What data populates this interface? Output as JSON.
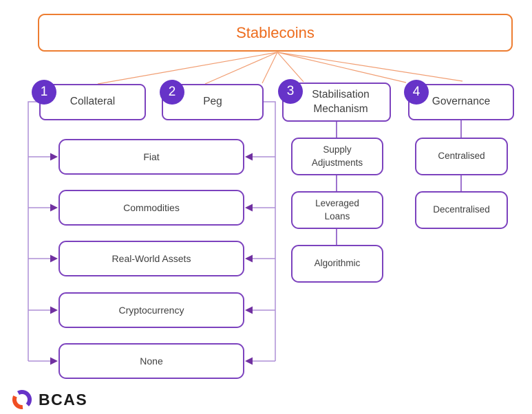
{
  "diagram": {
    "root": {
      "label": "Stablecoins"
    },
    "branches": [
      {
        "number": "1",
        "label": "Collateral"
      },
      {
        "number": "2",
        "label": "Peg"
      },
      {
        "number": "3",
        "label": "Stabilisation Mechanism"
      },
      {
        "number": "4",
        "label": "Governance"
      }
    ],
    "collateral_peg_children": [
      {
        "label": "Fiat"
      },
      {
        "label": "Commodities"
      },
      {
        "label": "Real-World Assets"
      },
      {
        "label": "Cryptocurrency"
      },
      {
        "label": "None"
      }
    ],
    "stabilisation_children": [
      {
        "label": "Supply Adjustments"
      },
      {
        "label": "Leveraged Loans"
      },
      {
        "label": "Algorithmic"
      }
    ],
    "governance_children": [
      {
        "label": "Centralised"
      },
      {
        "label": "Decentralised"
      }
    ]
  },
  "logo": {
    "text": "BCAS"
  },
  "colors": {
    "accent_orange": "#ED7D31",
    "fan_line_orange": "#F19E73",
    "node_border_purple": "#7C42BE",
    "badge_purple": "#6633C8",
    "rail_purple": "#AD8FD6",
    "arrow_purple": "#7030A0",
    "label_text": "#3F3F3F",
    "logo_text": "#1B1B1B"
  }
}
